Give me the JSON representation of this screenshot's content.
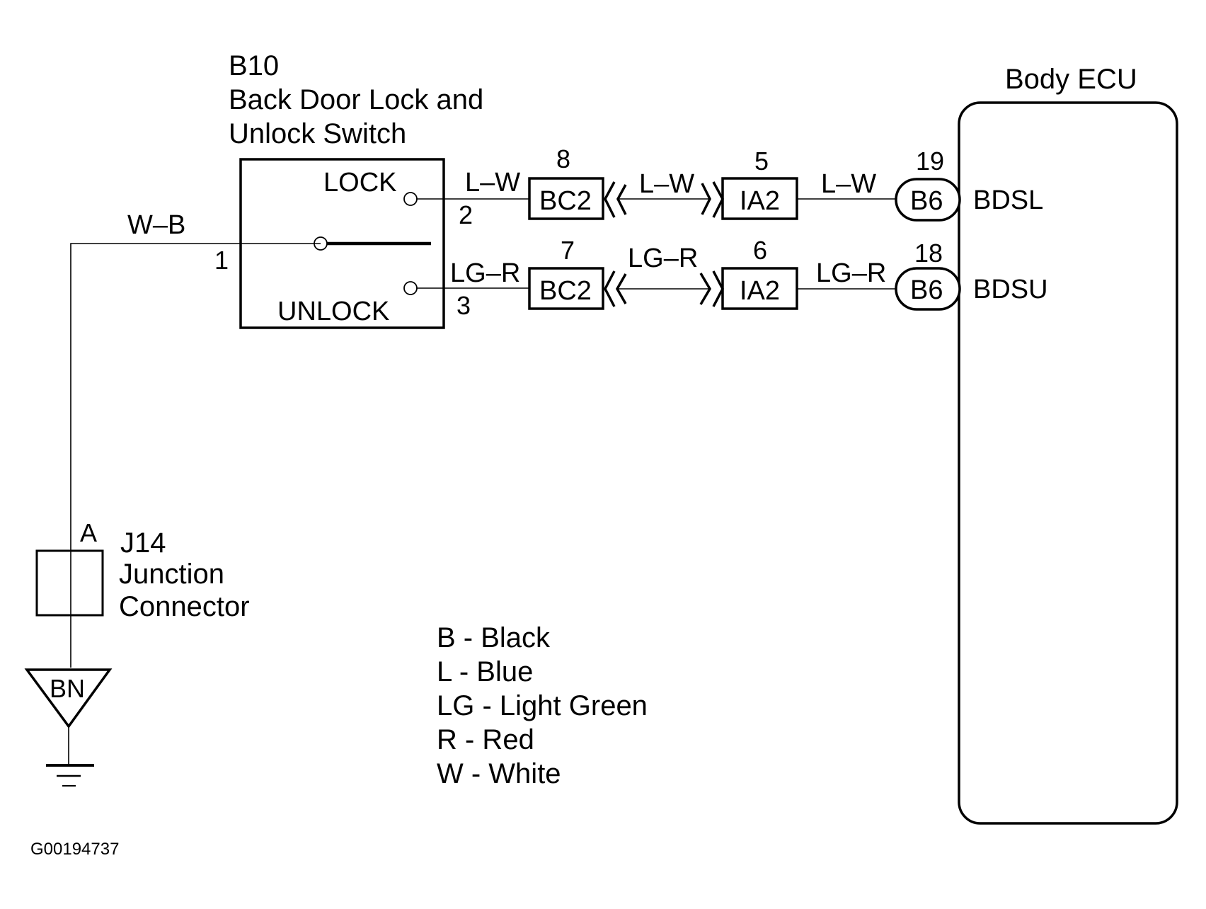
{
  "diagram": {
    "figure_id": "G00194737",
    "switch": {
      "code": "B10",
      "name_line1": "Back Door Lock and",
      "name_line2": "Unlock Switch",
      "lock_label": "LOCK",
      "unlock_label": "UNLOCK",
      "pins": {
        "common": "1",
        "lock": "2",
        "unlock": "3"
      }
    },
    "ecu": {
      "title": "Body ECU",
      "terminals": [
        {
          "name": "BDSL",
          "connector": "B6",
          "pin": "19"
        },
        {
          "name": "BDSU",
          "connector": "B6",
          "pin": "18"
        }
      ]
    },
    "circuits": [
      {
        "name": "lock",
        "wire_color_seg1": "L–W",
        "connector1": "BC2",
        "connector1_pin": "8",
        "wire_color_seg2": "L–W",
        "connector2": "IA2",
        "connector2_pin": "5",
        "wire_color_seg3": "L–W"
      },
      {
        "name": "unlock",
        "wire_color_seg1": "LG–R",
        "connector1": "BC2",
        "connector1_pin": "7",
        "wire_color_seg2": "LG–R",
        "connector2": "IA2",
        "connector2_pin": "6",
        "wire_color_seg3": "LG–R"
      }
    ],
    "ground_wire": {
      "color": "W–B",
      "junction_pin": "A",
      "junction_code": "J14",
      "junction_line1": "Junction",
      "junction_line2": "Connector",
      "ground_point": "BN"
    },
    "legend": [
      "B - Black",
      "L - Blue",
      "LG - Light Green",
      "R - Red",
      "W - White"
    ]
  }
}
